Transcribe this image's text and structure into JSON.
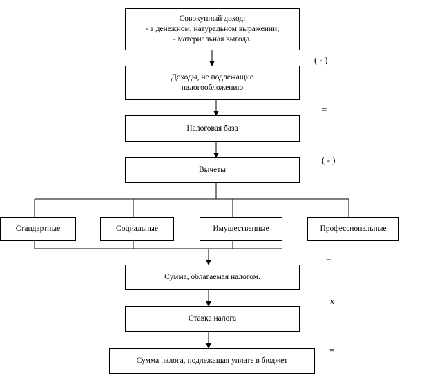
{
  "boxes": {
    "total_income": "Совокупный доход:\n- в денежном, натуральном выражении;\n- материальная выгода.",
    "non_taxable_income": "Доходы, не подлежащие\nналогообложению",
    "tax_base": "Налоговая база",
    "deductions": "Вычеты",
    "standard": "Стандартные",
    "social": "Социальные",
    "property": "Имущественные",
    "professional": "Профессиональные",
    "taxable_amount": "Сумма, облагаемая налогом.",
    "tax_rate": "Ставка налога",
    "tax_payable": "Сумма налога, подлежащая уплате в бюджет"
  },
  "operators": {
    "minus_1": "( - )",
    "equals_1": "=",
    "minus_2": "( - )",
    "equals_2": "=",
    "multiply": "x",
    "equals_3": "="
  },
  "colors": {
    "line": "#000000",
    "box_border": "#000000",
    "background": "#ffffff"
  }
}
